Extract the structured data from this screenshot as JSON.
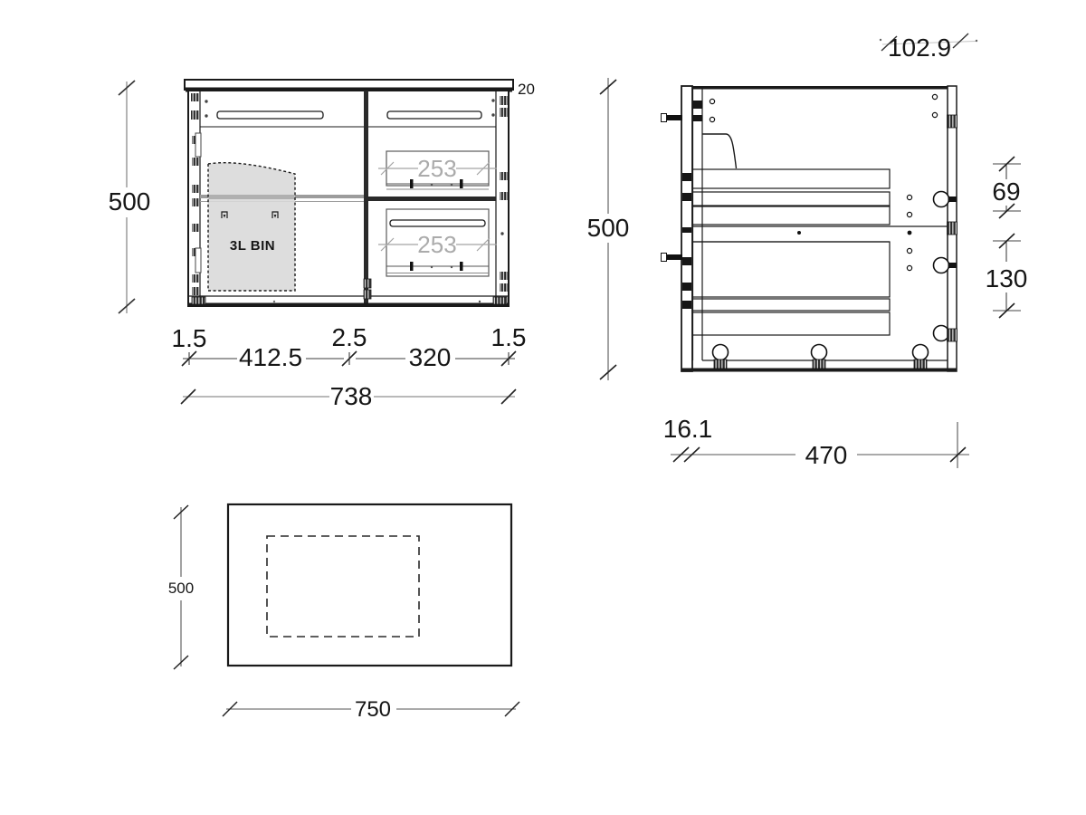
{
  "colors": {
    "line": "#1a1a1a",
    "dim_line": "#4a4a4a",
    "light_dim_line": "#8f8f8f",
    "bin_fill": "#d9d9d9",
    "ghost_text": "#ababab"
  },
  "front_view": {
    "height": "500",
    "top_thickness": "20",
    "bin_label": "3L BIN",
    "drawer_top_width": "253",
    "drawer_bottom_width": "253",
    "edge_left": "1.5",
    "door_width": "412.5",
    "gap": "2.5",
    "drawer_width": "320",
    "edge_right": "1.5",
    "total_width": "738"
  },
  "side_view": {
    "height": "500",
    "top_dim": "102.9",
    "upper_gap": "69",
    "lower_gap": "130",
    "front_offset": "16.1",
    "depth": "470"
  },
  "plan_view": {
    "depth": "500",
    "width": "750"
  }
}
